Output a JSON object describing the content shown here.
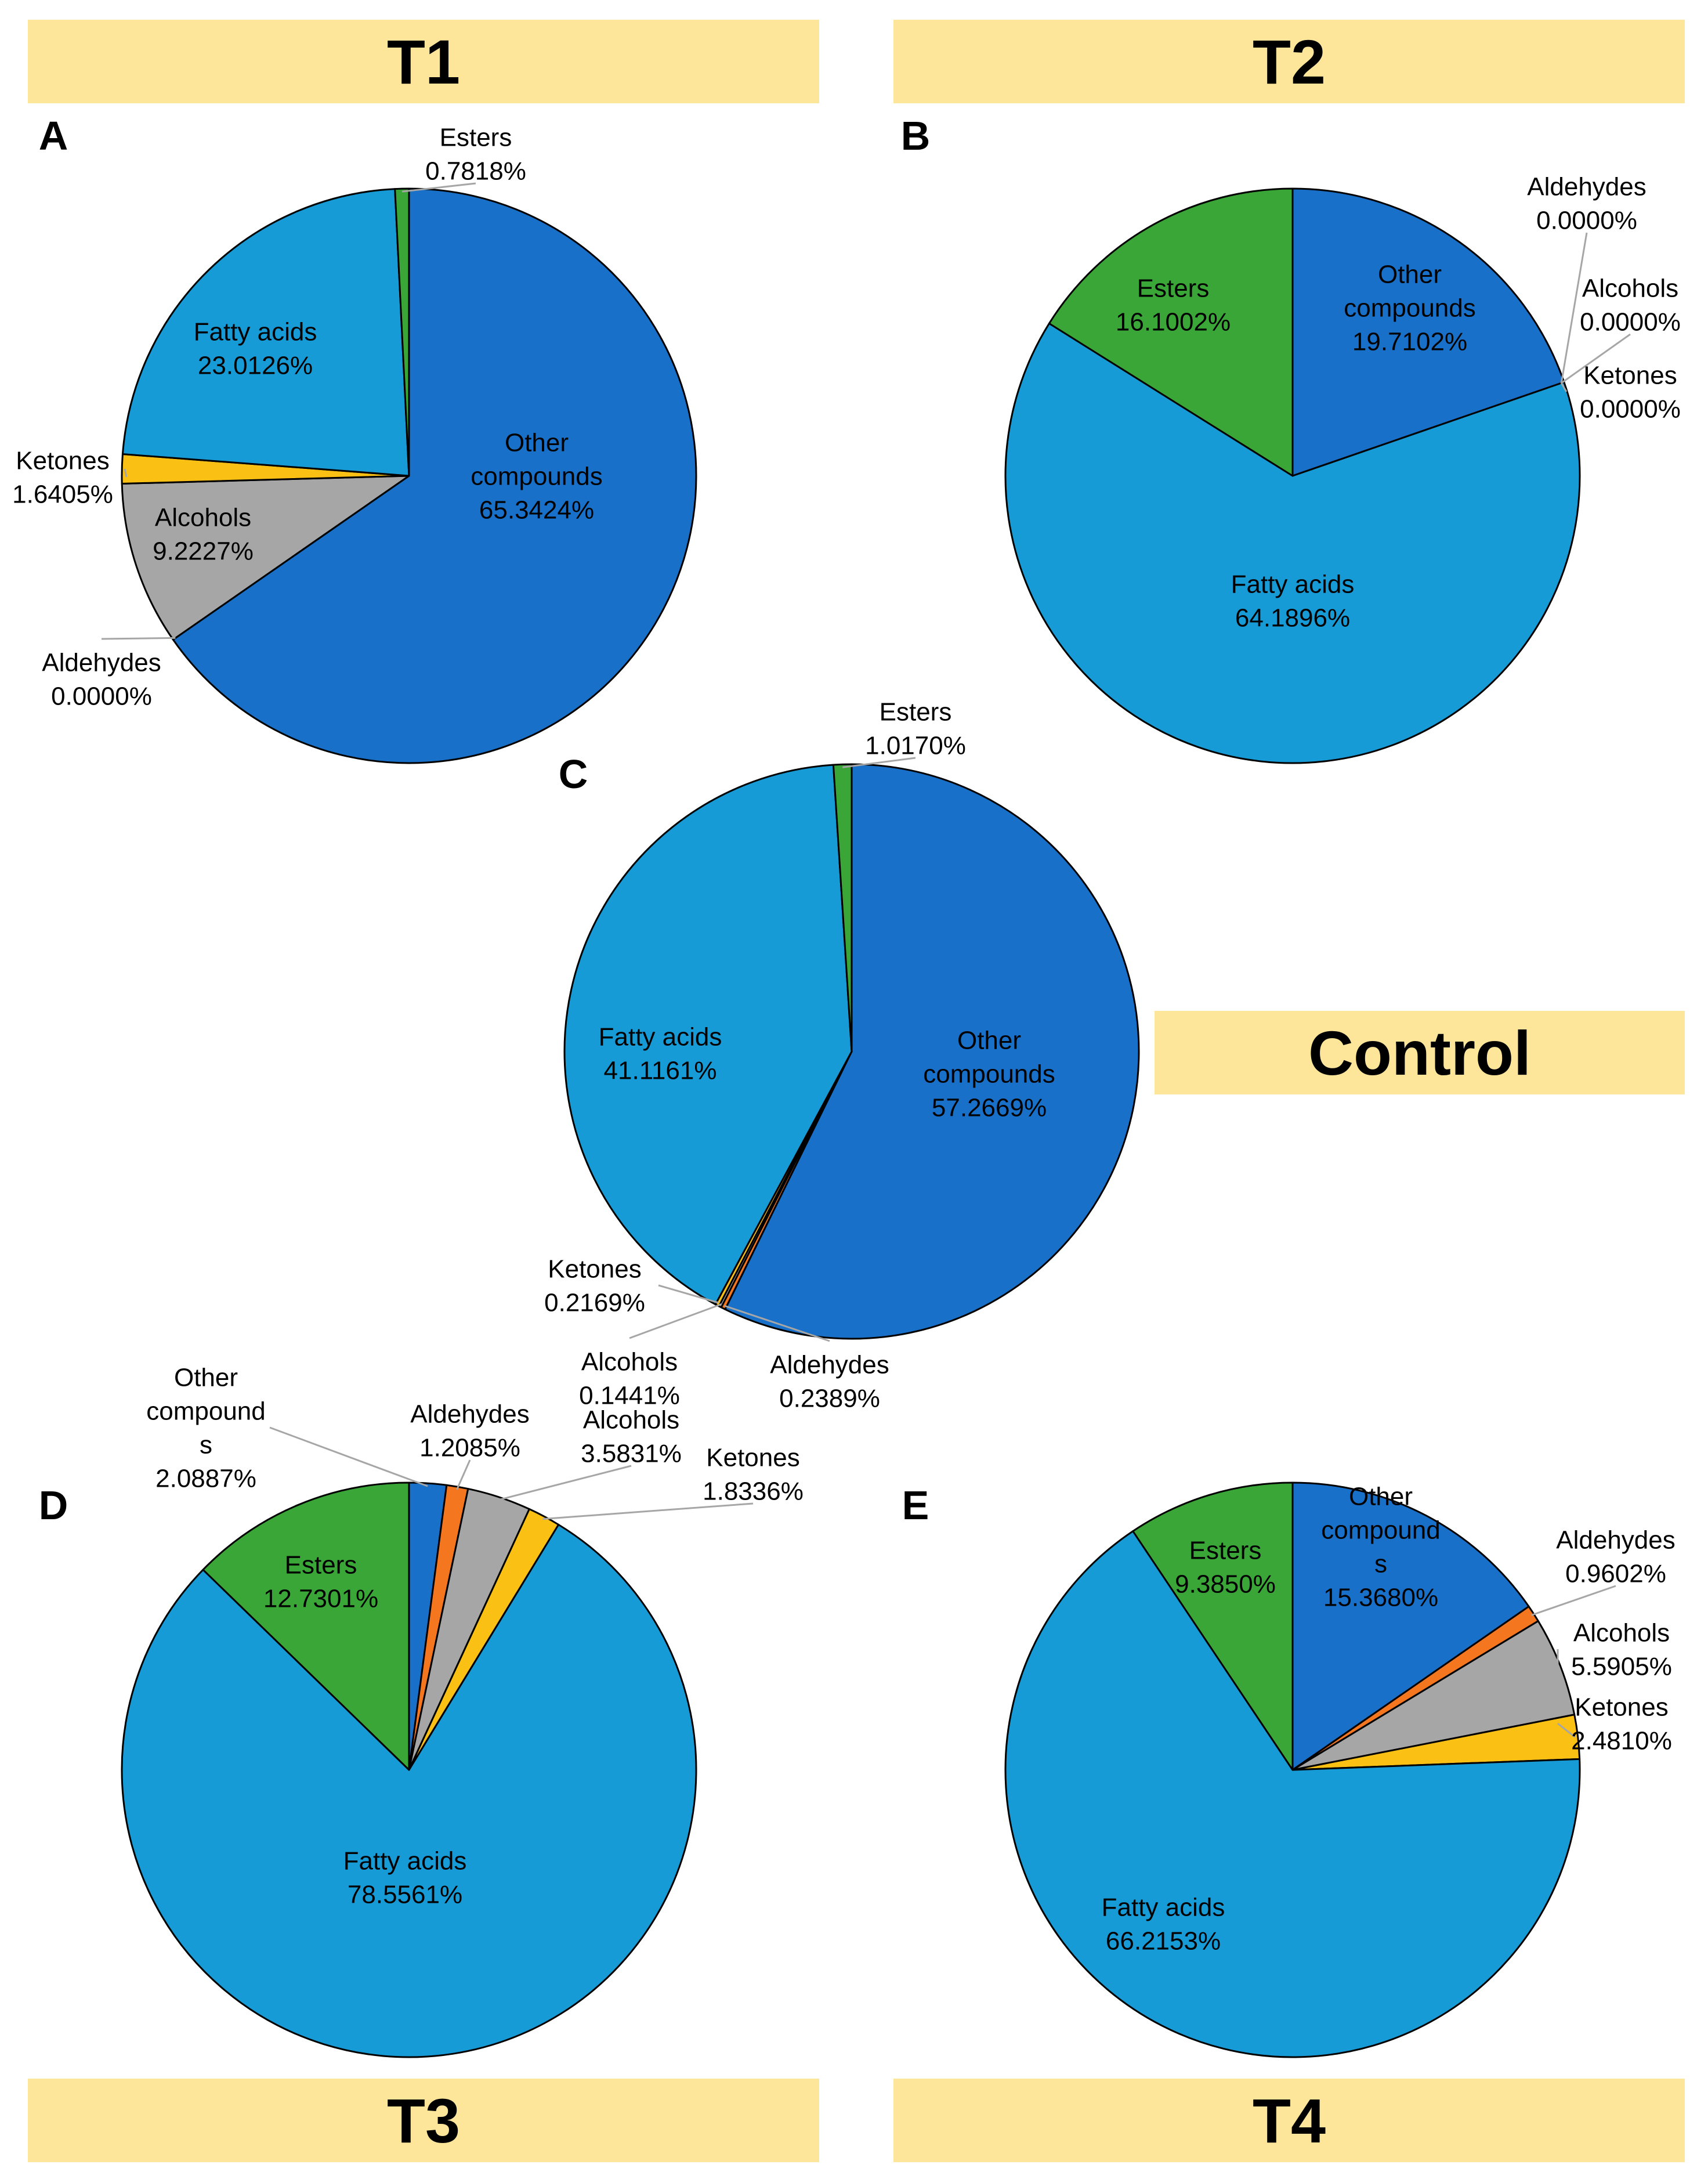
{
  "banners": {
    "t1": "T1",
    "t2": "T2",
    "control": "Control",
    "t3": "T3",
    "t4": "T4"
  },
  "colors": {
    "Other compounds": "#1870c9",
    "Fatty acids": "#179bd7",
    "Esters": "#3aa637",
    "Ketones": "#fbc014",
    "Alcohols": "#a6a6a6",
    "Aldehydes": "#f4761f",
    "leader": "#a6a6a6",
    "banner": "#fde69a"
  },
  "chart_data": [
    {
      "type": "pie",
      "panel": "A",
      "group": "T1",
      "slices": [
        {
          "label": "Other compounds",
          "value": 65.3424,
          "text": [
            "Other",
            "compounds",
            "65.3424%"
          ]
        },
        {
          "label": "Aldehydes",
          "value": 0.0,
          "text": [
            "Aldehydes",
            "0.0000%"
          ]
        },
        {
          "label": "Alcohols",
          "value": 9.2227,
          "text": [
            "Alcohols",
            "9.2227%"
          ]
        },
        {
          "label": "Ketones",
          "value": 1.6405,
          "text": [
            "Ketones",
            "1.6405%"
          ]
        },
        {
          "label": "Fatty acids",
          "value": 23.0126,
          "text": [
            "Fatty acids",
            "23.0126%"
          ]
        },
        {
          "label": "Esters",
          "value": 0.7818,
          "text": [
            "Esters",
            "0.7818%"
          ]
        }
      ]
    },
    {
      "type": "pie",
      "panel": "B",
      "group": "T2",
      "slices": [
        {
          "label": "Other compounds",
          "value": 19.7102,
          "text": [
            "Other",
            "compounds",
            "19.7102%"
          ]
        },
        {
          "label": "Aldehydes",
          "value": 0.0,
          "text": [
            "Aldehydes",
            "0.0000%"
          ]
        },
        {
          "label": "Alcohols",
          "value": 0.0,
          "text": [
            "Alcohols",
            "0.0000%"
          ]
        },
        {
          "label": "Ketones",
          "value": 0.0,
          "text": [
            "Ketones",
            "0.0000%"
          ]
        },
        {
          "label": "Fatty acids",
          "value": 64.1896,
          "text": [
            "Fatty acids",
            "64.1896%"
          ]
        },
        {
          "label": "Esters",
          "value": 16.1002,
          "text": [
            "Esters",
            "16.1002%"
          ]
        }
      ]
    },
    {
      "type": "pie",
      "panel": "C",
      "group": "Control",
      "slices": [
        {
          "label": "Other compounds",
          "value": 57.2669,
          "text": [
            "Other",
            "compounds",
            "57.2669%"
          ]
        },
        {
          "label": "Aldehydes",
          "value": 0.2389,
          "text": [
            "Aldehydes",
            "0.2389%"
          ]
        },
        {
          "label": "Alcohols",
          "value": 0.1441,
          "text": [
            "Alcohols",
            "0.1441%"
          ]
        },
        {
          "label": "Ketones",
          "value": 0.2169,
          "text": [
            "Ketones",
            "0.2169%"
          ]
        },
        {
          "label": "Fatty acids",
          "value": 41.1161,
          "text": [
            "Fatty acids",
            "41.1161%"
          ]
        },
        {
          "label": "Esters",
          "value": 1.017,
          "text": [
            "Esters",
            "1.0170%"
          ]
        }
      ]
    },
    {
      "type": "pie",
      "panel": "D",
      "group": "T3",
      "slices": [
        {
          "label": "Other compounds",
          "value": 2.0887,
          "text": [
            "Other",
            "compound",
            "s",
            "2.0887%"
          ]
        },
        {
          "label": "Aldehydes",
          "value": 1.2085,
          "text": [
            "Aldehydes",
            "1.2085%"
          ]
        },
        {
          "label": "Alcohols",
          "value": 3.5831,
          "text": [
            "Alcohols",
            "3.5831%"
          ]
        },
        {
          "label": "Ketones",
          "value": 1.8336,
          "text": [
            "Ketones",
            "1.8336%"
          ]
        },
        {
          "label": "Fatty acids",
          "value": 78.5561,
          "text": [
            "Fatty acids",
            "78.5561%"
          ]
        },
        {
          "label": "Esters",
          "value": 12.7301,
          "text": [
            "Esters",
            "12.7301%"
          ]
        }
      ]
    },
    {
      "type": "pie",
      "panel": "E",
      "group": "T4",
      "slices": [
        {
          "label": "Other compounds",
          "value": 15.368,
          "text": [
            "Other",
            "compound",
            "s",
            "15.3680%"
          ]
        },
        {
          "label": "Aldehydes",
          "value": 0.9602,
          "text": [
            "Aldehydes",
            "0.9602%"
          ]
        },
        {
          "label": "Alcohols",
          "value": 5.5905,
          "text": [
            "Alcohols",
            "5.5905%"
          ]
        },
        {
          "label": "Ketones",
          "value": 2.481,
          "text": [
            "Ketones",
            "2.4810%"
          ]
        },
        {
          "label": "Fatty acids",
          "value": 66.2153,
          "text": [
            "Fatty acids",
            "66.2153%"
          ]
        },
        {
          "label": "Esters",
          "value": 9.385,
          "text": [
            "Esters",
            "9.3850%"
          ]
        }
      ]
    }
  ]
}
